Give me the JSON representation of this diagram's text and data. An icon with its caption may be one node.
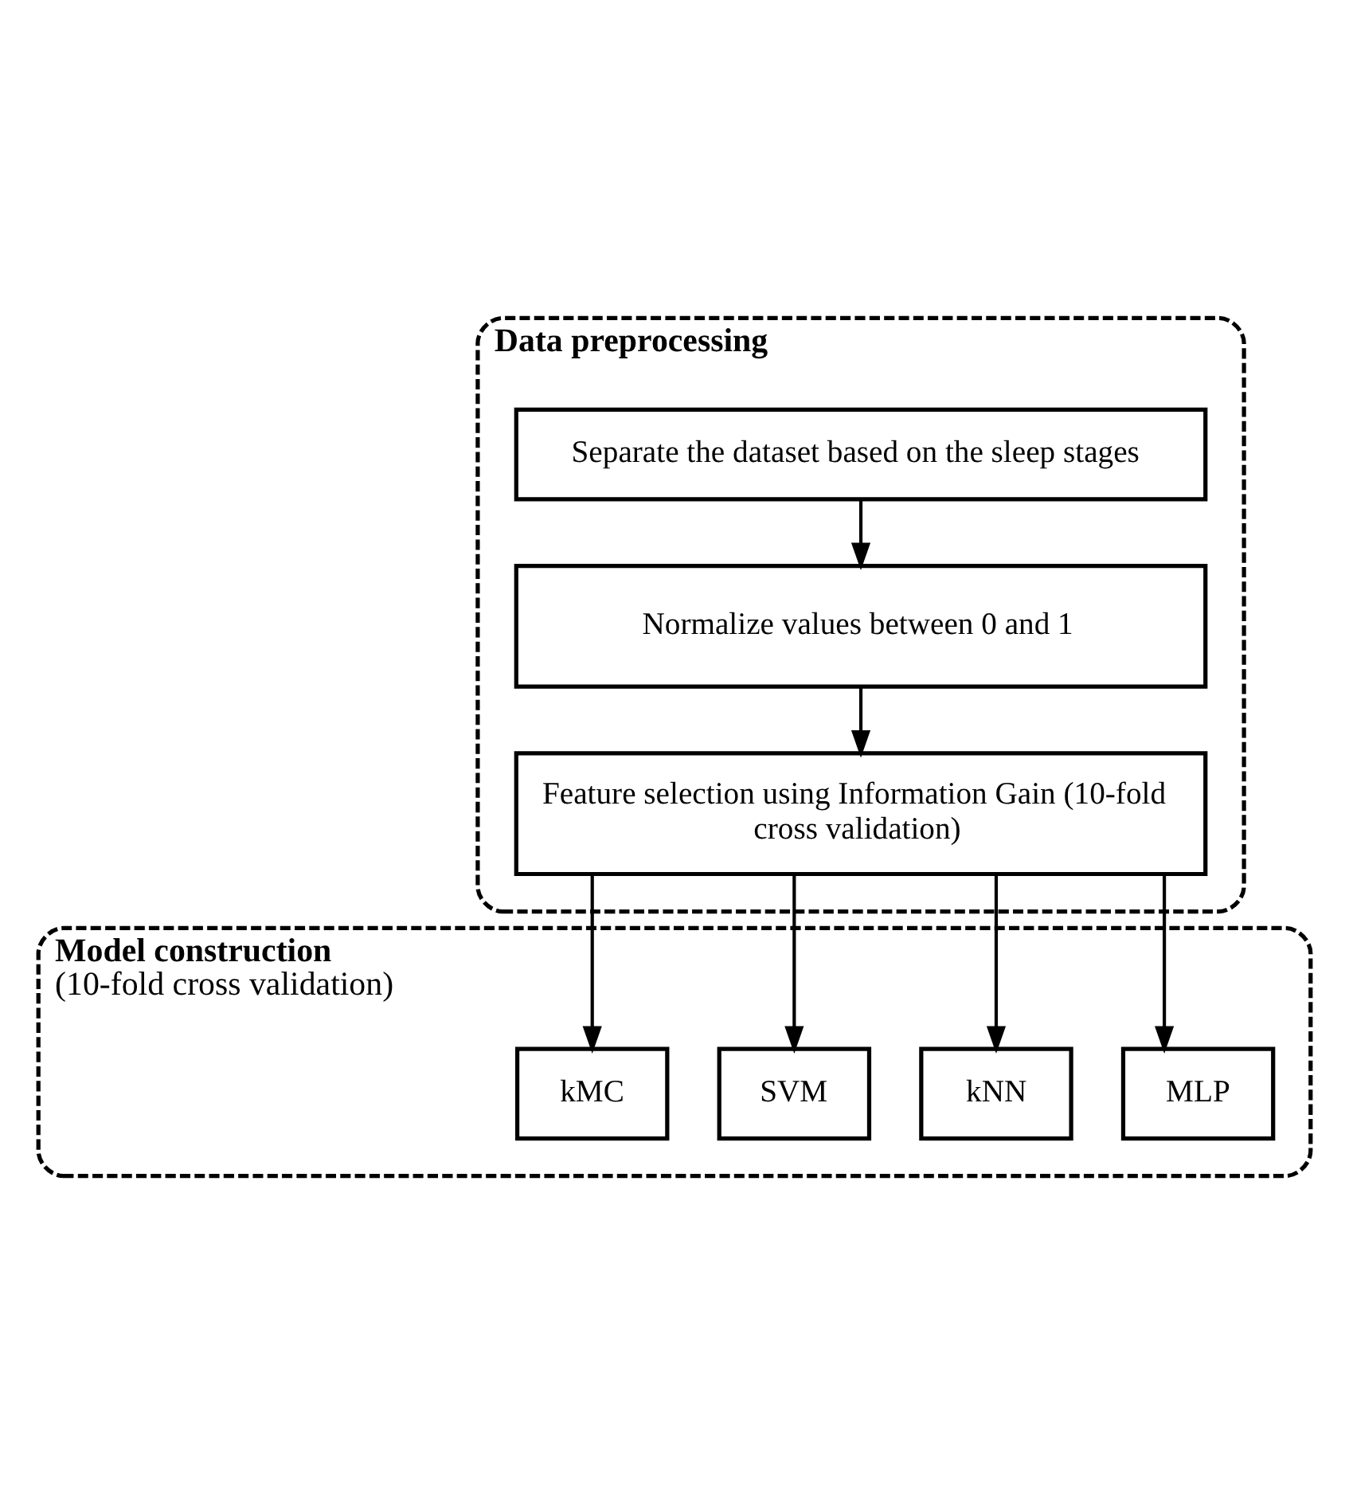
{
  "diagram": {
    "nodes": [
      {
        "text": [
          "Data preprocessing"
        ]
      },
      {
        "text": [
          "Separate the dataset based on the sleep stages"
        ],
        "in": 0
      },
      {
        "text": [
          "Normalize values between 0 and 1"
        ],
        "in": 0
      },
      {
        "text": [
          "Feature selection using Information Gain (10-fold cross validation)"
        ],
        "in": 0
      },
      {
        "text": [
          "Model construction",
          "(10-fold cross validation)"
        ]
      },
      {
        "text": [
          "kMC"
        ],
        "in": 4
      },
      {
        "text": [
          "SVM"
        ],
        "in": 4
      },
      {
        "text": [
          "kNN"
        ],
        "in": 4
      },
      {
        "text": [
          "MLP"
        ],
        "in": 4
      }
    ],
    "edges": [
      {
        "from": 1,
        "to": 2,
        "arrow": "to"
      },
      {
        "from": 2,
        "to": 3,
        "arrow": "to"
      },
      {
        "from": 3,
        "to": 5,
        "arrow": "to"
      },
      {
        "from": 3,
        "to": 6,
        "arrow": "to"
      },
      {
        "from": 3,
        "to": 7,
        "arrow": "to"
      },
      {
        "from": 3,
        "to": 8,
        "arrow": "to"
      }
    ]
  }
}
